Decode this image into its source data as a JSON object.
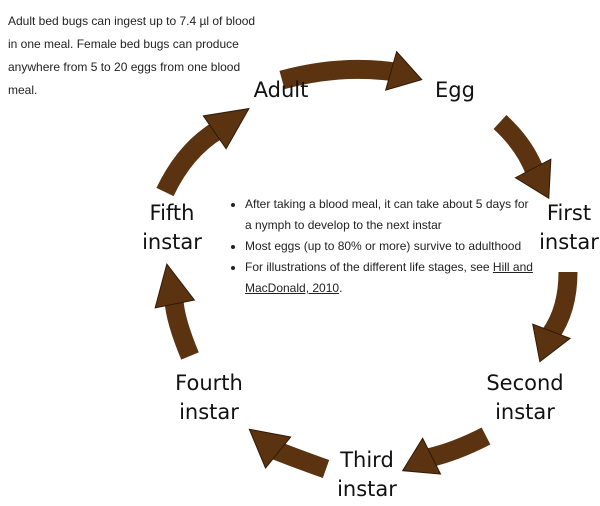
{
  "note": "Adult bed bugs can ingest up to 7.4 µl of blood in one meal. Female bed bugs can produce anywhere from 5 to 20 eggs from one blood meal.",
  "stages": {
    "adult": {
      "line1": "Adult"
    },
    "egg": {
      "line1": "Egg"
    },
    "first": {
      "line1": "First",
      "line2": "instar"
    },
    "second": {
      "line1": "Second",
      "line2": "instar"
    },
    "third": {
      "line1": "Third",
      "line2": "instar"
    },
    "fourth": {
      "line1": "Fourth",
      "line2": "instar"
    },
    "fifth": {
      "line1": "Fifth",
      "line2": "instar"
    }
  },
  "facts": {
    "item1": "After taking a blood meal, it can take about 5 days for a nymph to develop to the next instar",
    "item2": "Most eggs (up to 80% or more) survive to adulthood",
    "item3_prefix": "For illustrations of the different life stages, see ",
    "item3_link": "Hill and MacDonald, 2010",
    "item3_suffix": "."
  },
  "colors": {
    "arrow_fill": "#5b3310",
    "arrow_outline": "#2e1a08"
  }
}
